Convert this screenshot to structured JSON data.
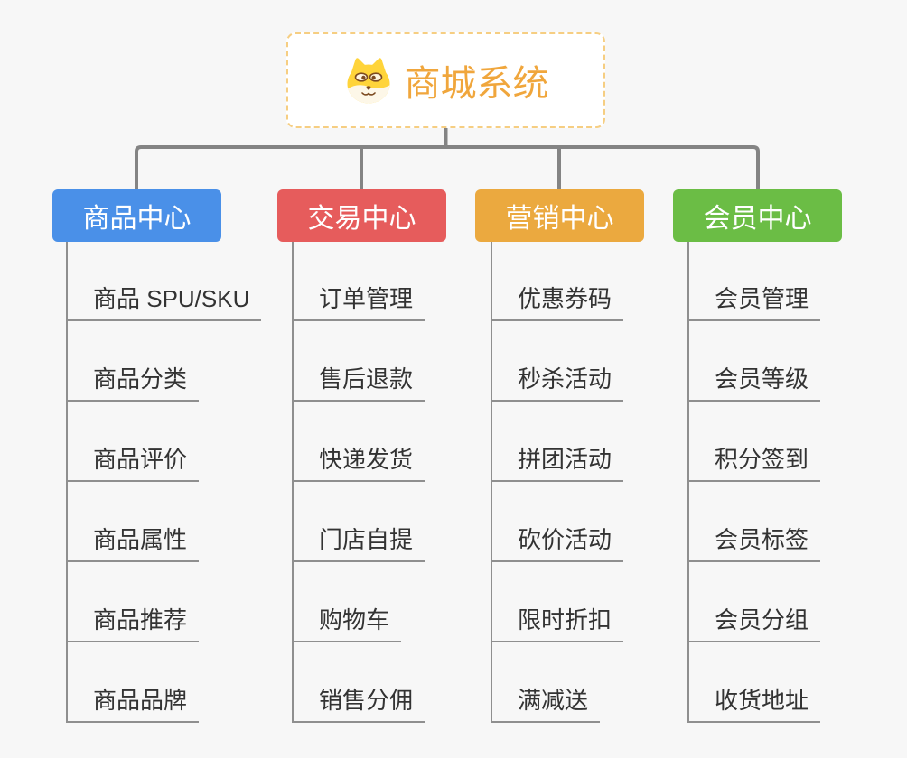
{
  "root": {
    "title": "商城系统",
    "icon": "dog-face-icon"
  },
  "branches": [
    {
      "id": "product-center",
      "label": "商品中心",
      "color": "#4a90e8",
      "children": [
        "商品 SPU/SKU",
        "商品分类",
        "商品评价",
        "商品属性",
        "商品推荐",
        "商品品牌"
      ]
    },
    {
      "id": "trade-center",
      "label": "交易中心",
      "color": "#e65c5c",
      "children": [
        "订单管理",
        "售后退款",
        "快递发货",
        "门店自提",
        "购物车",
        "销售分佣"
      ]
    },
    {
      "id": "marketing-center",
      "label": "营销中心",
      "color": "#eba93f",
      "children": [
        "优惠券码",
        "秒杀活动",
        "拼团活动",
        "砍价活动",
        "限时折扣",
        "满减送"
      ]
    },
    {
      "id": "member-center",
      "label": "会员中心",
      "color": "#6bbd45",
      "children": [
        "会员管理",
        "会员等级",
        "积分签到",
        "会员标签",
        "会员分组",
        "收货地址"
      ]
    }
  ],
  "theme": {
    "background_color": "#f7f7f7",
    "connector_color": "#848484",
    "leaf_line_color": "#8f8f8f",
    "leaf_text_color": "#333333",
    "root_text_color": "#f0a63c",
    "root_border_color": "#f6ce82",
    "dog_icon_yellow": "#ffd43a",
    "dog_icon_cream": "#fdf7e8",
    "dog_icon_brown": "#7c4a21"
  }
}
